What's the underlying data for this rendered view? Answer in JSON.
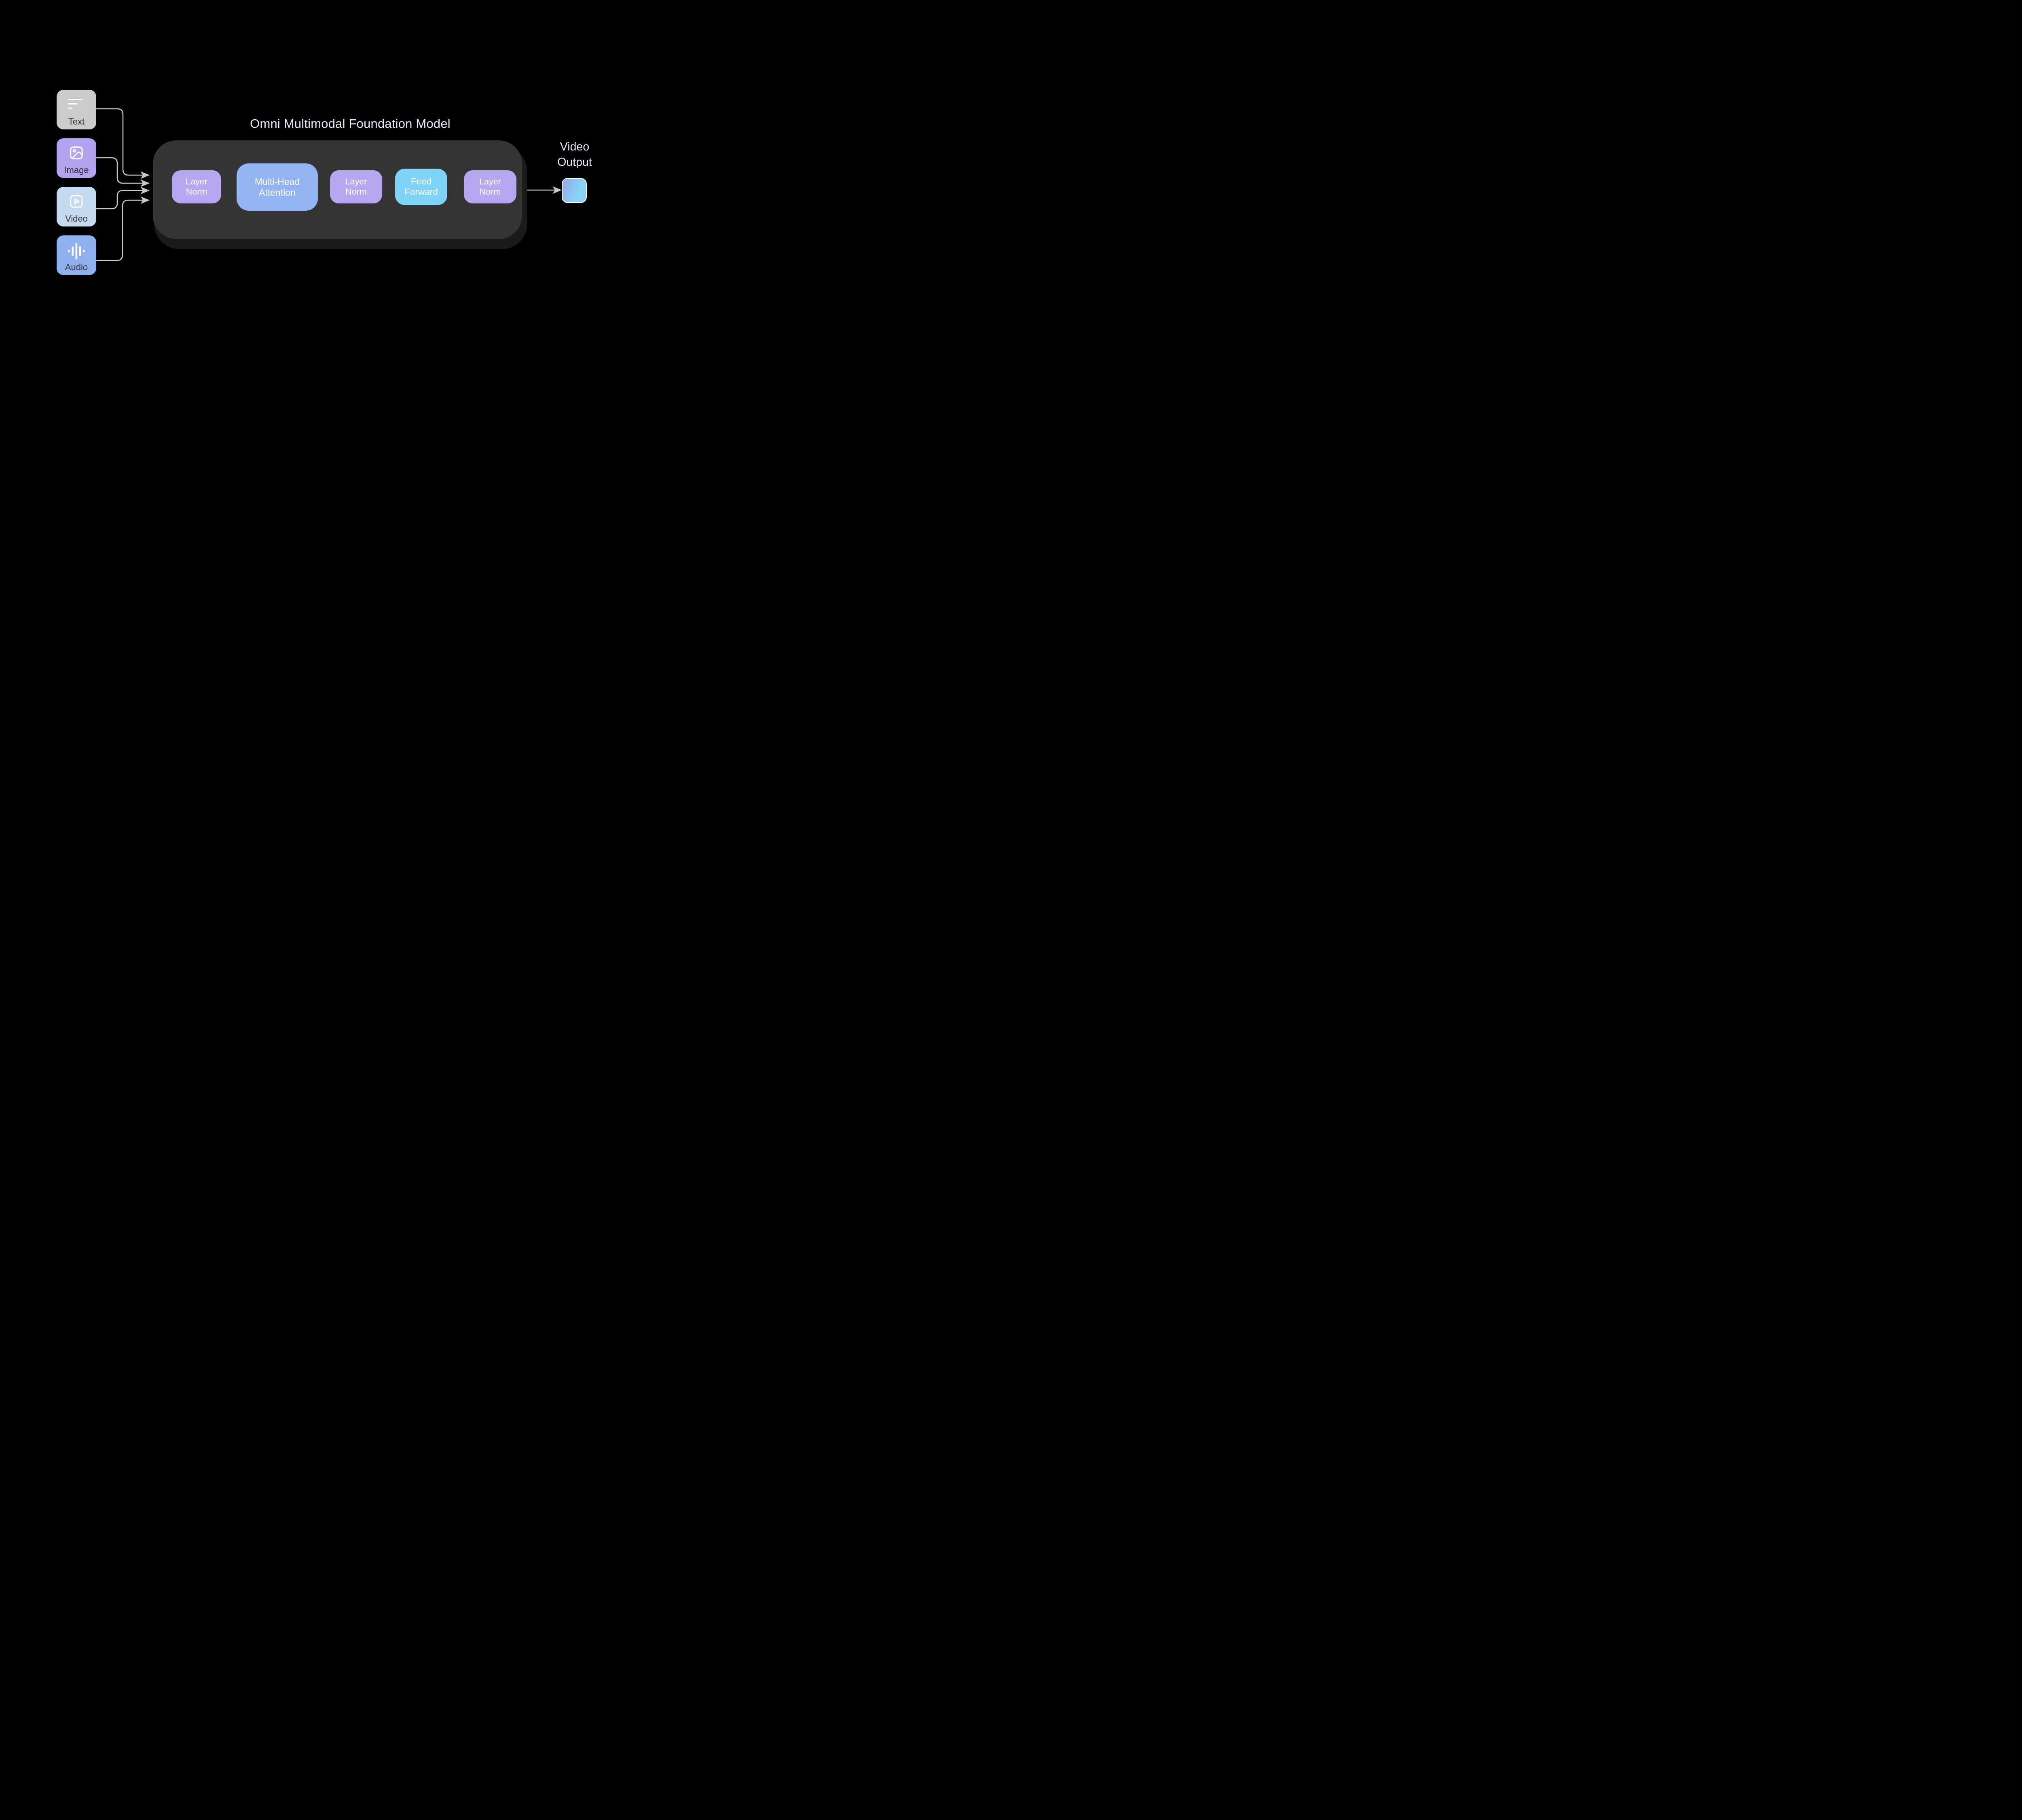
{
  "title": "Omni Multimodal Foundation Model",
  "inputs": [
    {
      "id": "text",
      "label": "Text"
    },
    {
      "id": "image",
      "label": "Image"
    },
    {
      "id": "video",
      "label": "Video"
    },
    {
      "id": "audio",
      "label": "Audio"
    }
  ],
  "blocks": [
    {
      "id": "layer-norm-1",
      "line1": "Layer",
      "line2": "Norm"
    },
    {
      "id": "multi-head-attention",
      "line1": "Multi-Head",
      "line2": "Attention"
    },
    {
      "id": "layer-norm-2",
      "line1": "Layer",
      "line2": "Norm"
    },
    {
      "id": "feed-forward",
      "line1": "Feed",
      "line2": "Forward"
    },
    {
      "id": "layer-norm-3",
      "line1": "Layer",
      "line2": "Norm"
    }
  ],
  "output": {
    "line1": "Video",
    "line2": "Output"
  },
  "icons": {
    "text": "text-lines-icon",
    "image": "image-icon",
    "video": "video-play-icon",
    "audio": "audio-waveform-icon"
  },
  "colors": {
    "background": "#000000",
    "container_fill": "#343434",
    "container_shadow": "#1b1b1b",
    "text_box": "#cbcbcb",
    "image_box": "#b3a3ee",
    "video_box": "#c4d9ed",
    "audio_box": "#8fb0ef",
    "layer_norm_block": "#b7a7f0",
    "attention_block": "#92b4f3",
    "feed_forward_block": "#7ed3f7",
    "connector": "#c8c8c8",
    "connector_dark": "#8a8a8a",
    "block_text": "#ffffff",
    "input_label_text": "#343434",
    "title_text": "#eceaf8",
    "output_gradient_start": "#95a7e8",
    "output_gradient_mid": "#82d8f7",
    "output_gradient_end": "#9fc3ee"
  }
}
